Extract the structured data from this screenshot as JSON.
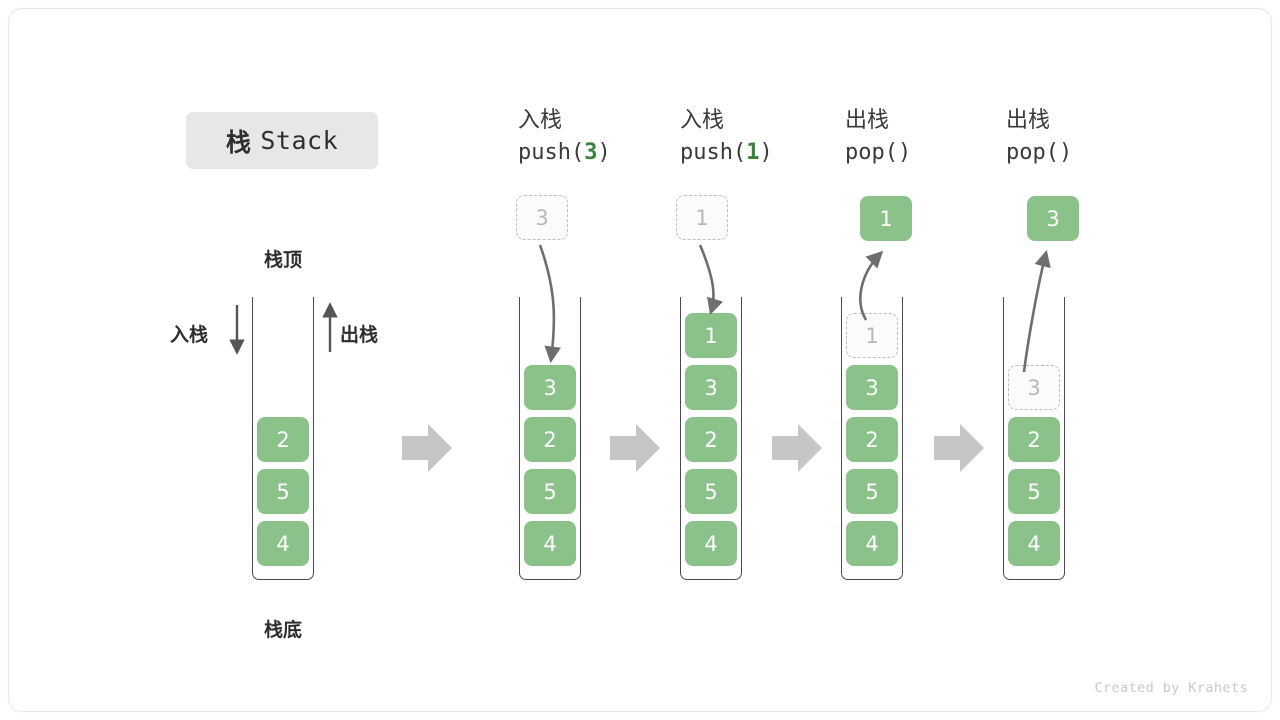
{
  "title": {
    "cn": "栈",
    "en": "Stack"
  },
  "labels": {
    "top": "栈顶",
    "bottom": "栈底",
    "push": "入栈",
    "pop": "出栈"
  },
  "credit": "Created by Krahets",
  "colors": {
    "node_fill": "#8bc28a",
    "node_text": "#ffffff",
    "ghost_fill": "#fbfbfb",
    "ghost_border": "#bdbdbd",
    "ghost_text": "#b8b8b8",
    "wall": "#4a4a4a",
    "arrow": "#6e6e6e",
    "separator": "#c6c6c6",
    "accent_green": "#37833b",
    "title_chip": "#e7e7e7",
    "text": "#3a3a3a"
  },
  "columns": [
    {
      "id": "initial",
      "header_cn": "",
      "header_code": "",
      "stack": [
        "2",
        "5",
        "4"
      ],
      "ghost_in_stack": null,
      "float_box": null,
      "float_box_kind": null
    },
    {
      "id": "push-3",
      "header_cn": "入栈",
      "header_code_prefix": "push(",
      "header_code_num": "3",
      "header_code_suffix": ")",
      "stack": [
        "3",
        "2",
        "5",
        "4"
      ],
      "ghost_in_stack": null,
      "float_box": "3",
      "float_box_kind": "ghost",
      "arrow_dir": "down"
    },
    {
      "id": "push-1",
      "header_cn": "入栈",
      "header_code_prefix": "push(",
      "header_code_num": "1",
      "header_code_suffix": ")",
      "stack": [
        "1",
        "3",
        "2",
        "5",
        "4"
      ],
      "ghost_in_stack": null,
      "float_box": "1",
      "float_box_kind": "ghost",
      "arrow_dir": "down"
    },
    {
      "id": "pop-1",
      "header_cn": "出栈",
      "header_code_prefix": "pop(",
      "header_code_num": "",
      "header_code_suffix": ")",
      "stack": [
        "3",
        "2",
        "5",
        "4"
      ],
      "ghost_in_stack": "1",
      "float_box": "1",
      "float_box_kind": "solid",
      "arrow_dir": "up"
    },
    {
      "id": "pop-3",
      "header_cn": "出栈",
      "header_code_prefix": "pop(",
      "header_code_num": "",
      "header_code_suffix": ")",
      "stack": [
        "2",
        "5",
        "4"
      ],
      "ghost_in_stack": "3",
      "float_box": "3",
      "float_box_kind": "solid",
      "arrow_dir": "up"
    }
  ],
  "separators": [
    "arrow-right",
    "arrow-right",
    "arrow-right",
    "arrow-right"
  ]
}
